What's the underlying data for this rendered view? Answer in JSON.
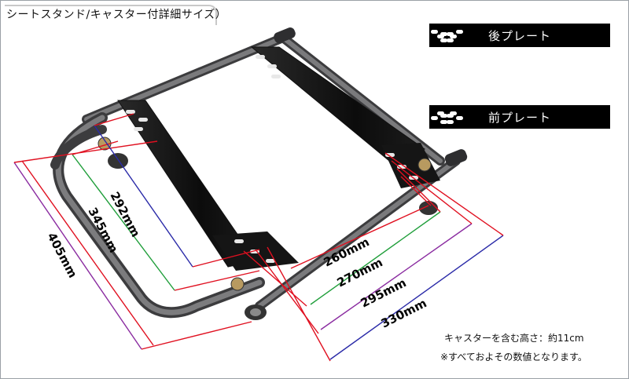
{
  "title": "シートスタンド/キャスター付詳細サイズ）",
  "plates": {
    "rear_label": "後プレート",
    "front_label": "前プレート"
  },
  "dimensions": {
    "d292": "292mm",
    "d345": "345mm",
    "d405": "405mm",
    "d260": "260mm",
    "d270": "270mm",
    "d295": "295mm",
    "d330": "330mm"
  },
  "notes": {
    "caster_height": "キャスターを含む高さ：約11cm",
    "approx": "※すべておよその数値となります。"
  },
  "colors": {
    "frame": "#6e6e70",
    "plate": "#111111",
    "red": "#e01020",
    "blue": "#2a2aa8",
    "green": "#1f9e3a",
    "purple": "#8a2ba0"
  }
}
